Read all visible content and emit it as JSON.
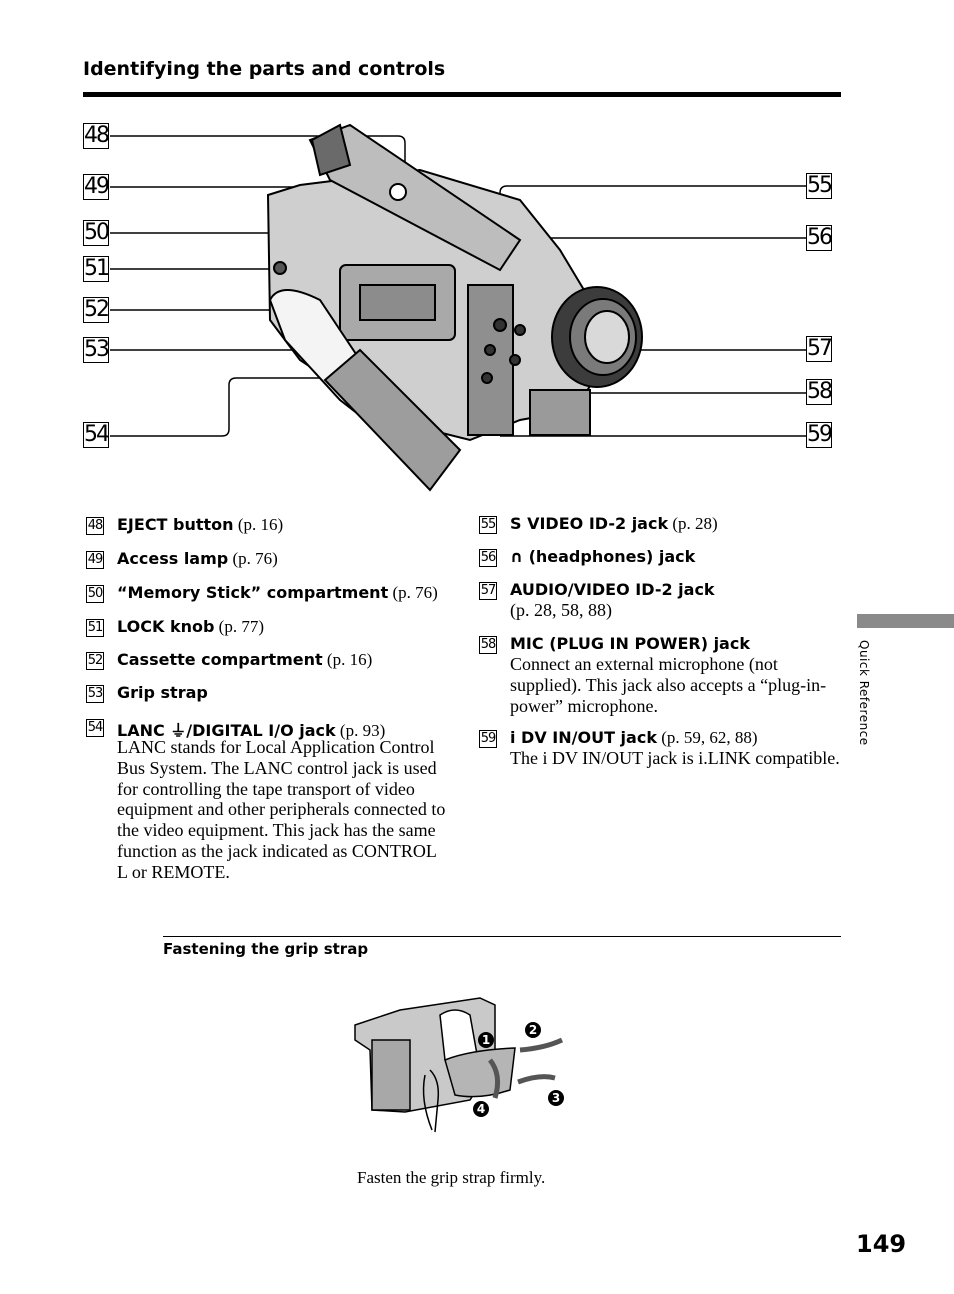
{
  "section_title": "Identifying the parts and controls",
  "callouts_left": [
    "48",
    "49",
    "50",
    "51",
    "52",
    "53",
    "54"
  ],
  "callouts_right": [
    "55",
    "56",
    "57",
    "58",
    "59"
  ],
  "items_left": [
    {
      "num": "48",
      "title": "EJECT button",
      "ref": "(p. 16)",
      "desc": ""
    },
    {
      "num": "49",
      "title": "Access lamp",
      "ref": "(p. 76)",
      "desc": ""
    },
    {
      "num": "50",
      "title": "“Memory Stick” compartment",
      "ref": "(p. 76)",
      "desc": ""
    },
    {
      "num": "51",
      "title": "LOCK knob",
      "ref": "(p. 77)",
      "desc": ""
    },
    {
      "num": "52",
      "title": "Cassette compartment",
      "ref": "(p. 16)",
      "desc": ""
    },
    {
      "num": "53",
      "title": "Grip strap",
      "ref": "",
      "desc": ""
    },
    {
      "num": "54",
      "title": "LANC ⏚/DIGITAL I/O jack",
      "ref": "(p. 93)",
      "desc": "LANC stands for Local Application Control Bus System. The LANC control jack is used for controlling the tape transport of video equipment and other peripherals connected to the video equipment. This jack has the same function as the jack indicated as CONTROL L or REMOTE."
    }
  ],
  "items_right": [
    {
      "num": "55",
      "title": "S VIDEO ID-2 jack",
      "ref": "(p. 28)",
      "desc": ""
    },
    {
      "num": "56",
      "title": "∩ (headphones) jack",
      "ref": "",
      "desc": ""
    },
    {
      "num": "57",
      "title": "AUDIO/VIDEO ID-2 jack",
      "ref": "",
      "desc": "(p. 28, 58, 88)"
    },
    {
      "num": "58",
      "title": "MIC (PLUG IN POWER) jack",
      "ref": "",
      "desc": "Connect an external microphone (not supplied). This jack also accepts a “plug-in-power” microphone."
    },
    {
      "num": "59",
      "title": "i DV IN/OUT jack",
      "ref": "(p. 59, 62, 88)",
      "desc": "The i DV IN/OUT jack is i.LINK compatible."
    }
  ],
  "subsection_title": "Fastening the grip strap",
  "step_markers": [
    "1",
    "2",
    "3",
    "4"
  ],
  "caption": "Fasten the grip strap firmly.",
  "side_label": "Quick Reference",
  "page_number": "149"
}
